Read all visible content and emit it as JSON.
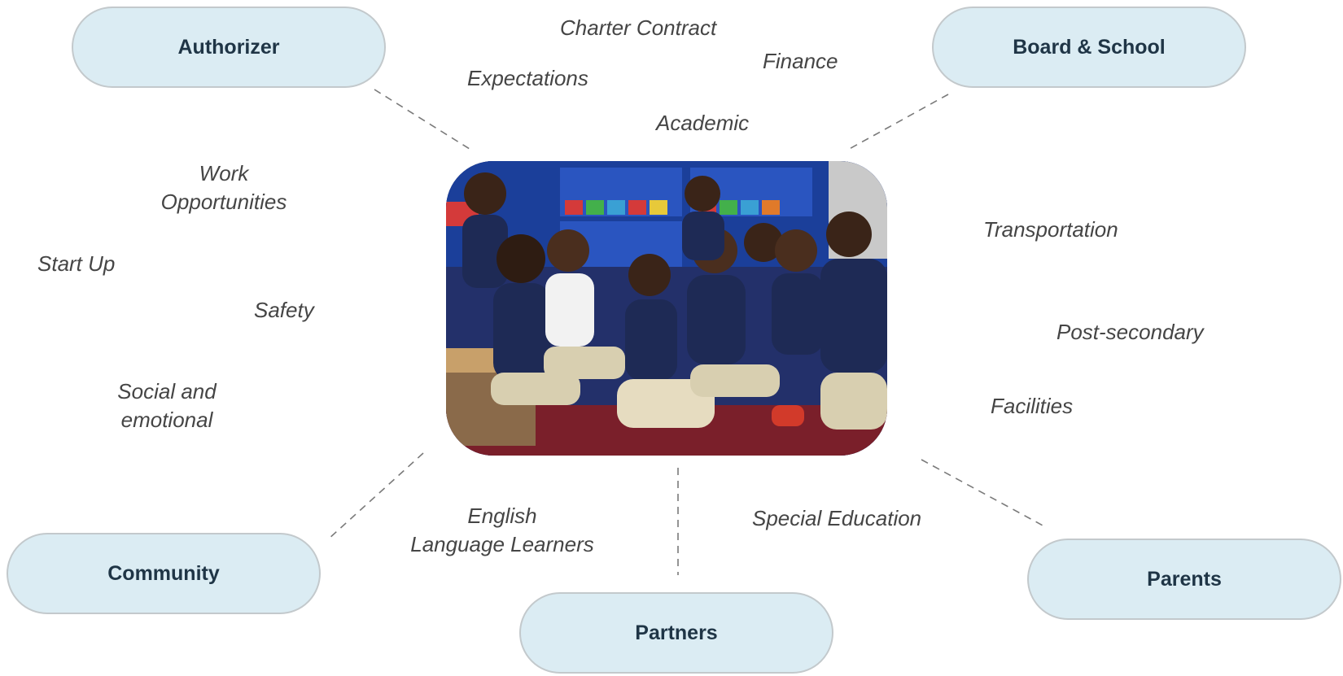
{
  "nodes": {
    "authorizer": "Authorizer",
    "board_school": "Board & School",
    "community": "Community",
    "partners": "Partners",
    "parents": "Parents"
  },
  "topics": {
    "charter_contract": "Charter Contract",
    "finance": "Finance",
    "expectations": "Expectations",
    "academic": "Academic",
    "work_line1": "Work",
    "work_line2": "Opportunities",
    "start_up": "Start Up",
    "safety": "Safety",
    "social_line1": "Social and",
    "social_line2": "emotional",
    "transportation": "Transportation",
    "post_secondary": "Post-secondary",
    "facilities": "Facilities",
    "ell_line1": "English",
    "ell_line2": "Language Learners",
    "special_education": "Special Education"
  },
  "colors": {
    "pill_fill": "#dbecf3",
    "pill_border": "#c3c9cc",
    "pill_text": "#1f3546",
    "topic_text": "#454545",
    "connector": "#7a7a7a"
  },
  "icons": {
    "photo": "classroom-children-photo"
  }
}
